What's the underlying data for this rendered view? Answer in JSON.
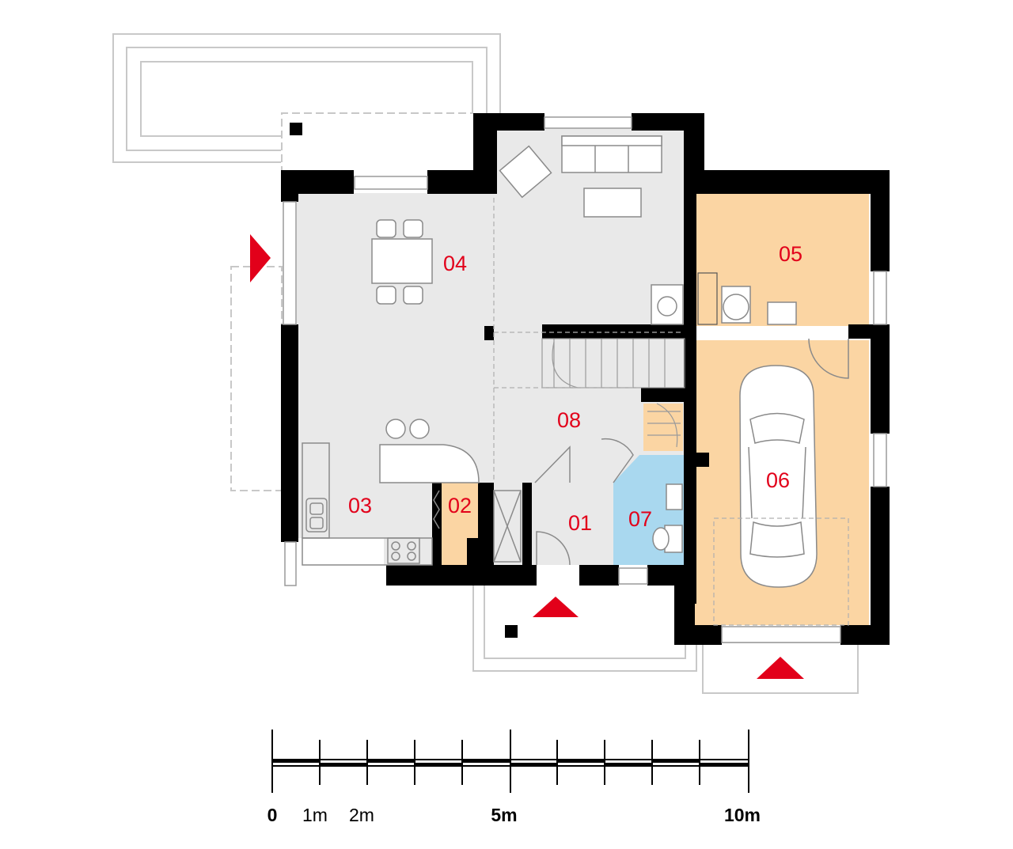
{
  "rooms": [
    {
      "id": "01",
      "label": "01"
    },
    {
      "id": "02",
      "label": "02"
    },
    {
      "id": "03",
      "label": "03"
    },
    {
      "id": "04",
      "label": "04"
    },
    {
      "id": "05",
      "label": "05"
    },
    {
      "id": "06",
      "label": "06"
    },
    {
      "id": "07",
      "label": "07"
    },
    {
      "id": "08",
      "label": "08"
    }
  ],
  "scale_bar": {
    "labels": [
      "0",
      "1m",
      "2m",
      "5m",
      "10m"
    ]
  },
  "colors": {
    "wall": "#000000",
    "floor": "#e9e9e9",
    "garage_utility": "#fbd5a3",
    "bathroom": "#a9d8ef",
    "room_label": "#e2001a",
    "entrance_arrow": "#e2001a",
    "outline": "#c8c8c8"
  },
  "icons": [
    "entrance-arrow-icon",
    "car-icon",
    "dining-table-icon",
    "sofa-icon",
    "armchair-icon",
    "stairs-icon",
    "toilet-icon",
    "sink-icon",
    "stove-icon",
    "washing-machine-icon",
    "chimney-icon"
  ]
}
